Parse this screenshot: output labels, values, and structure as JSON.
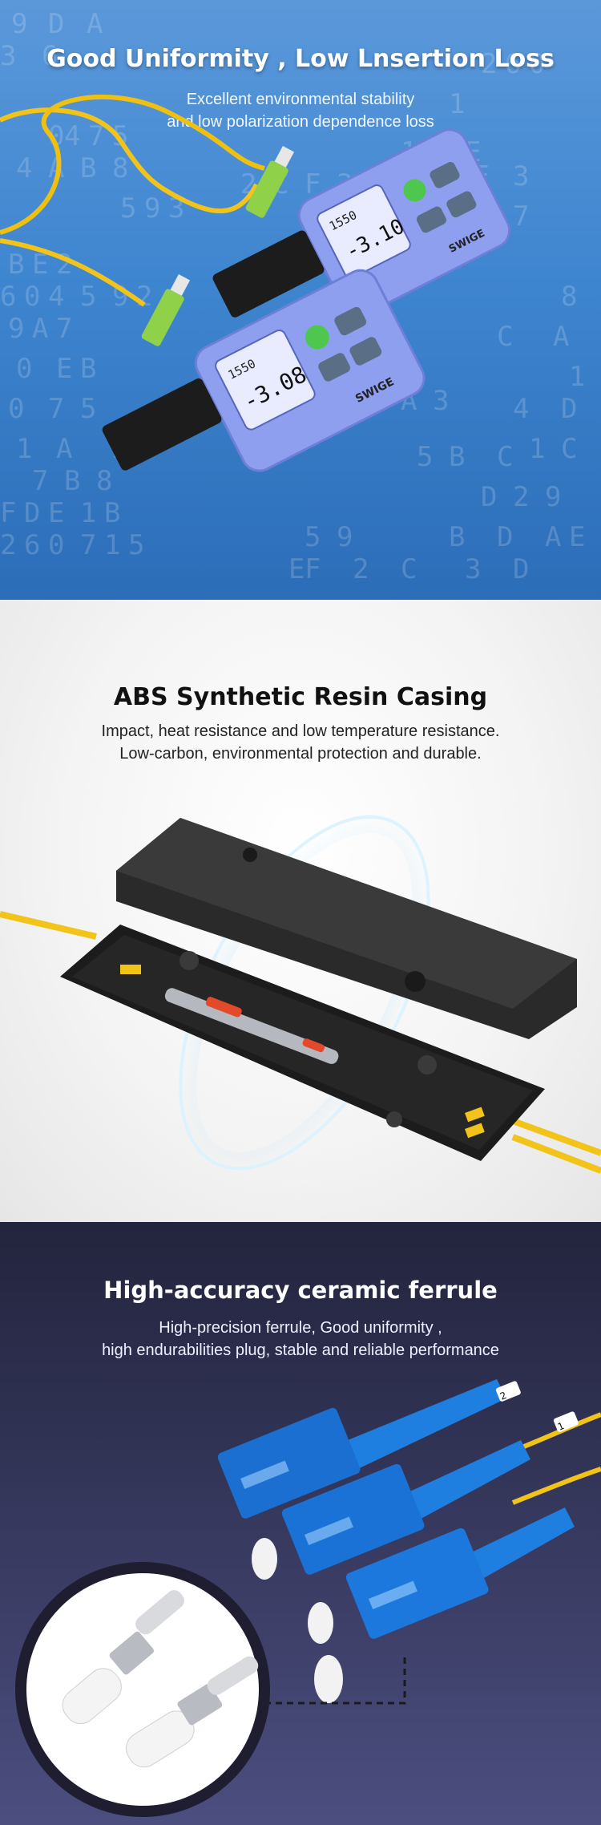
{
  "sections": [
    {
      "title": "Good Uniformity , Low Lnsertion Loss",
      "subtitle_line1": "Excellent environmental stability",
      "subtitle_line2": "and low polarization dependence loss",
      "meter_a_reading_top": "1550",
      "meter_a_reading_main": "-3.08",
      "meter_b_reading_top": "1550",
      "meter_b_reading_main": "-3.10",
      "brand_logo": "SWIGE"
    },
    {
      "title": "ABS Synthetic Resin Casing",
      "subtitle_line1": "Impact, heat resistance and low temperature resistance.",
      "subtitle_line2": "Low-carbon, environmental protection and durable."
    },
    {
      "title": "High-accuracy ceramic ferrule",
      "subtitle_line1": "High-precision ferrule, Good uniformity ,",
      "subtitle_line2": "high endurabilities plug, stable and reliable performance",
      "cable_label_1": "1",
      "cable_label_2": "2"
    }
  ],
  "colors": {
    "section1_bg": "#4389d2",
    "section2_bg": "#f2f2f2",
    "section3_bg": "#34365a",
    "fiber_yellow": "#f2c318",
    "connector_green": "#8fd24a",
    "connector_blue": "#1f7fe0",
    "meter_body": "#8e9ff0"
  }
}
